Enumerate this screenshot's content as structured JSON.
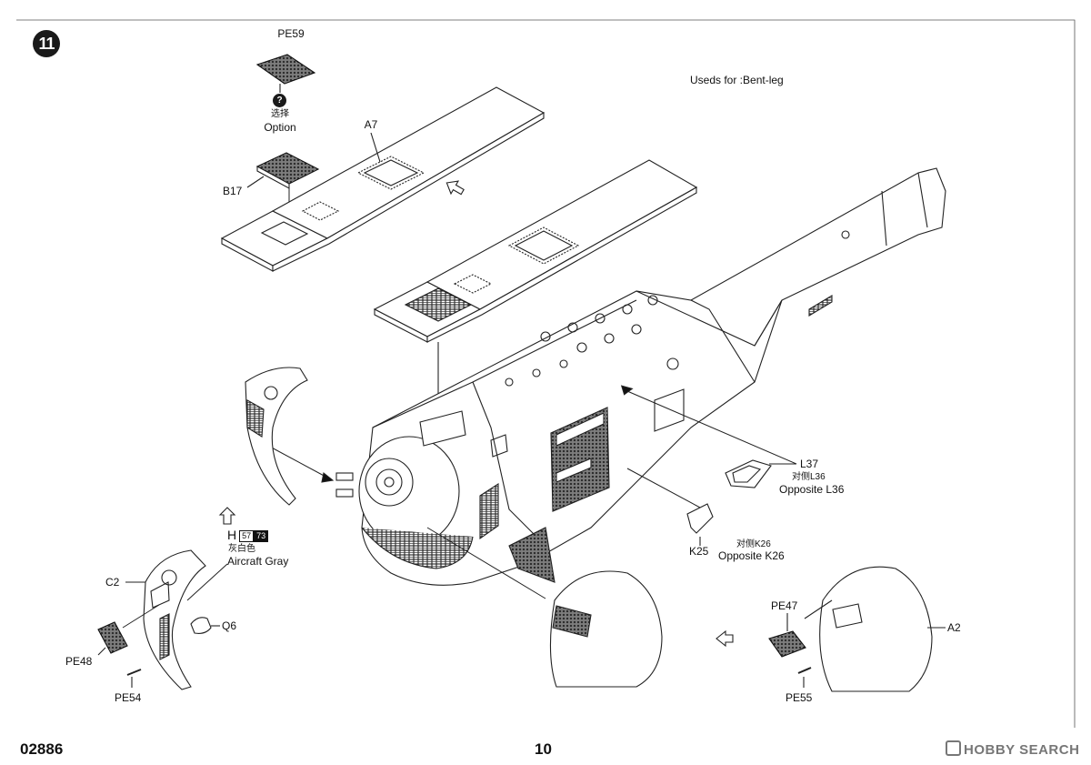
{
  "step": {
    "number": "11"
  },
  "note": "Useds for :Bent-leg",
  "parts": {
    "pe59": "PE59",
    "option_cn": "选择",
    "option_en": "Option",
    "a7": "A7",
    "b17": "B17",
    "l37": "L37",
    "l36_cn": "对侧L36",
    "l36_en": "Opposite L36",
    "k25": "K25",
    "k26_cn": "对侧K26",
    "k26_en": "Opposite K26",
    "c2": "C2",
    "q6": "Q6",
    "pe48": "PE48",
    "pe54": "PE54",
    "pe47": "PE47",
    "a2": "A2",
    "pe55": "PE55"
  },
  "paint": {
    "code": "H",
    "ref1": "57",
    "ref2": "73",
    "name_cn": "灰白色",
    "name_en": "Aircraft Gray"
  },
  "help_glyph": "?",
  "footer": {
    "product_code": "02886",
    "page_number": "10"
  },
  "watermark": {
    "text": "HOBBY SEARCH"
  }
}
